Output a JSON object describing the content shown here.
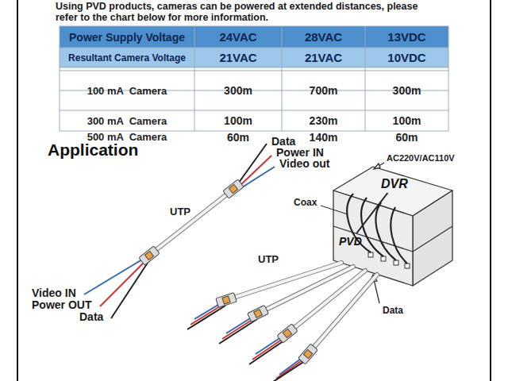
{
  "diagram": {
    "title": "Application",
    "nodes": [
      {
        "text": [
          "DVR"
        ]
      },
      {
        "text": [
          "PVD"
        ]
      }
    ],
    "edges": [
      {
        "from": 1,
        "to": 0,
        "arrow": "none"
      }
    ],
    "labels": [
      "Using PVD products, cameras can be powered at extended distances, please refer to the chart below for more information.",
      "Power Supply Voltage",
      "24VAC",
      "28VAC",
      "13VDC",
      "Resultant Camera Voltage",
      "21VAC",
      "21VAC",
      "10VDC",
      "100 mA  Camera",
      "300m",
      "700m",
      "300m",
      "300 mA  Camera",
      "100m",
      "230m",
      "100m",
      "500 mA  Camera",
      "60m",
      "140m",
      "60m",
      "Data",
      "Power IN",
      "Video out",
      "UTP",
      "Video IN",
      "Power OUT",
      "Data",
      "AC220V/AC110V",
      "Coax",
      "UTP",
      "Data"
    ]
  }
}
